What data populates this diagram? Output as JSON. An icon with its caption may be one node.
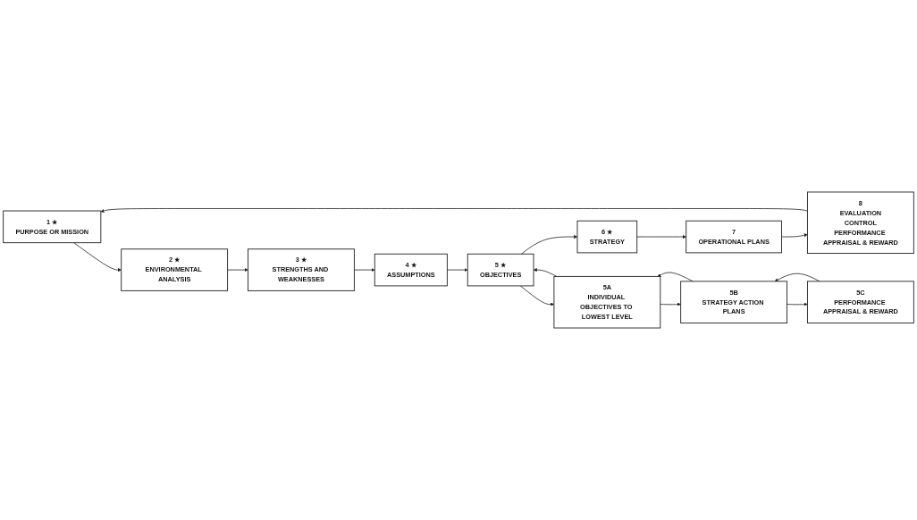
{
  "diagram": {
    "nodes": [
      {
        "text": [
          "1 ★",
          "PURPOSE OR MISSION"
        ]
      },
      {
        "text": [
          "2 ★",
          "ENVIRONMENTAL ANALYSIS"
        ]
      },
      {
        "text": [
          "3 ★",
          "STRENGTHS AND WEAKNESSES"
        ]
      },
      {
        "text": [
          "4 ★",
          "ASSUMPTIONS"
        ]
      },
      {
        "text": [
          "5 ★",
          "OBJECTIVES"
        ]
      },
      {
        "text": [
          "6 ★",
          "STRATEGY"
        ]
      },
      {
        "text": [
          "7",
          "OPERATIONAL PLANS"
        ]
      },
      {
        "text": [
          "8",
          "EVALUATION",
          "CONTROL",
          "PERFORMANCE APPRAISAL & REWARD"
        ]
      },
      {
        "text": [
          "5A",
          "INDIVIDUAL OBJECTIVES TO LOWEST LEVEL"
        ]
      },
      {
        "text": [
          "5B",
          "STRATEGY ACTION PLANS"
        ]
      },
      {
        "text": [
          "5C",
          "PERFORMANCE APPRAISAL & REWARD"
        ]
      }
    ],
    "edges": [
      {
        "from": 0,
        "to": 1,
        "arrow": "to"
      },
      {
        "from": 1,
        "to": 2,
        "arrow": "to"
      },
      {
        "from": 2,
        "to": 3,
        "arrow": "to"
      },
      {
        "from": 3,
        "to": 4,
        "arrow": "to"
      },
      {
        "from": 4,
        "to": 5,
        "arrow": "to"
      },
      {
        "from": 5,
        "to": 6,
        "arrow": "to"
      },
      {
        "from": 6,
        "to": 7,
        "arrow": "to"
      },
      {
        "from": 7,
        "to": 0,
        "arrow": "to"
      },
      {
        "from": 4,
        "to": 8,
        "arrow": "to"
      },
      {
        "from": 8,
        "to": 4,
        "arrow": "to"
      },
      {
        "from": 8,
        "to": 9,
        "arrow": "to"
      },
      {
        "from": 9,
        "to": 8,
        "arrow": "to"
      },
      {
        "from": 9,
        "to": 10,
        "arrow": "to"
      },
      {
        "from": 10,
        "to": 9,
        "arrow": "to"
      }
    ]
  }
}
